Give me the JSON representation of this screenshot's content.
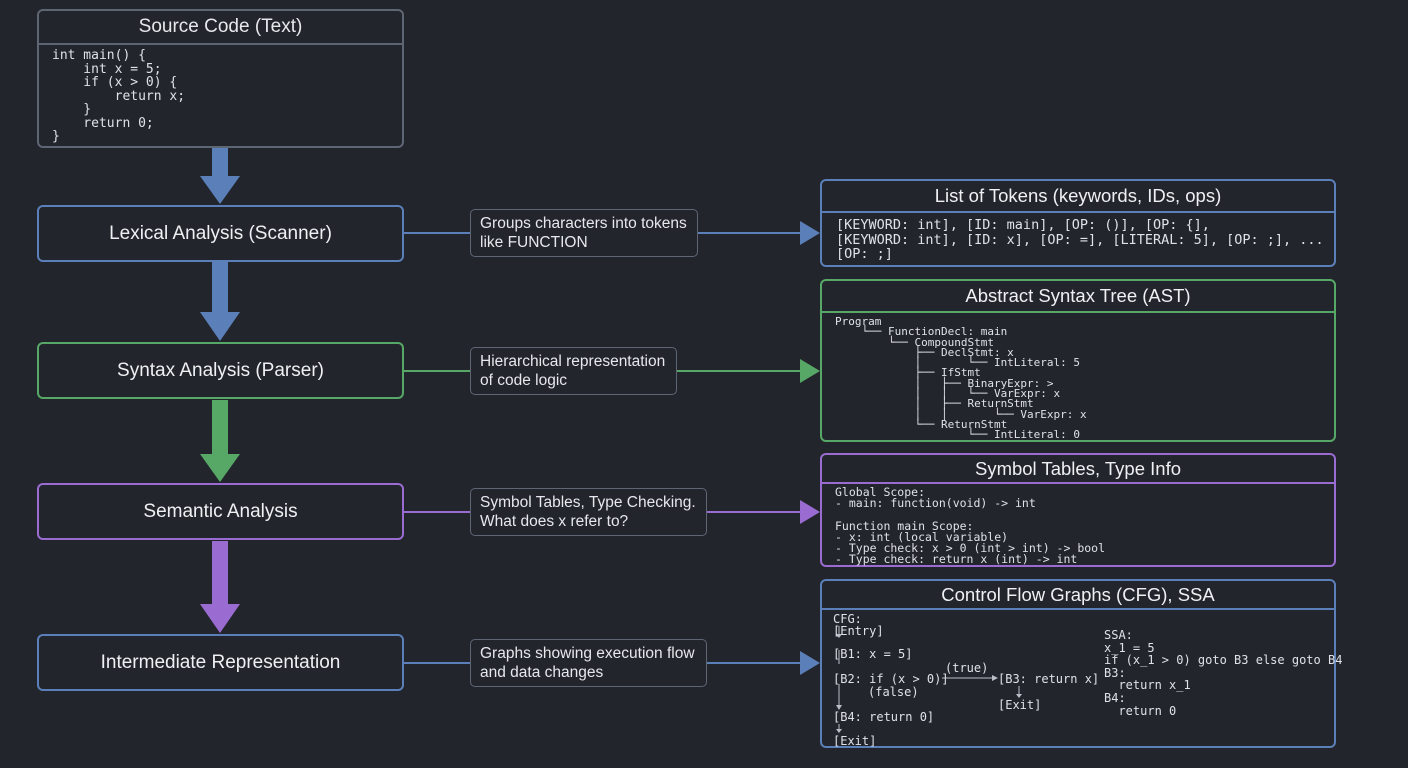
{
  "source": {
    "title": "Source Code (Text)",
    "code": "int main() {\n    int x = 5;\n    if (x > 0) {\n        return x;\n    }\n    return 0;\n}"
  },
  "stages": [
    {
      "label": "Lexical Analysis (Scanner)",
      "color": "#5b7fb8"
    },
    {
      "label": "Syntax Analysis (Parser)",
      "color": "#57a867"
    },
    {
      "label": "Semantic Analysis",
      "color": "#9a6bd0"
    },
    {
      "label": "Intermediate Representation",
      "color": "#5b7fb8"
    }
  ],
  "notes": [
    "Groups characters into tokens like FUNCTION",
    "Hierarchical representation of code logic",
    "Symbol Tables, Type Checking. What does x refer to?",
    "Graphs showing execution flow and data changes"
  ],
  "panels": {
    "tokens": {
      "title": "List of Tokens (keywords, IDs, ops)",
      "content": "[KEYWORD: int], [ID: main], [OP: ()], [OP: {],\n[KEYWORD: int], [ID: x], [OP: =], [LITERAL: 5], [OP: ;], ...\n[OP: ;]"
    },
    "ast": {
      "title": "Abstract Syntax Tree (AST)",
      "content": "Program\n    └── FunctionDecl: main\n        └── CompoundStmt\n            ├── DeclStmt: x\n            │       └── IntLiteral: 5\n            ├── IfStmt\n            │   ├── BinaryExpr: >\n            │   │   └── VarExpr: x\n            │   ├── ReturnStmt\n            │   │       └── VarExpr: x\n            └── ReturnStmt\n                    └── IntLiteral: 0"
    },
    "symbols": {
      "title": "Symbol Tables, Type Info",
      "content": "Global Scope:\n- main: function(void) -> int\n\nFunction main Scope:\n- x: int (local variable)\n- Type check: x > 0 (int > int) -> bool\n- Type check: return x (int) -> int"
    },
    "cfg": {
      "title": "Control Flow Graphs (CFG), SSA",
      "cfg_label": "CFG:",
      "entry": "[Entry]",
      "b1": "[B1: x = 5]",
      "b2": "[B2: if (x > 0)]",
      "true_label": "(true)",
      "false_label": "(false)",
      "b3": "[B3: return x]",
      "exit_b3": "[Exit]",
      "b4": "[B4: return 0]",
      "exit": "[Exit]",
      "ssa": "SSA:\nx_1 = 5\nif (x_1 > 0) goto B3 else goto B4\nB3:\n  return x_1\nB4:\n  return 0"
    }
  }
}
